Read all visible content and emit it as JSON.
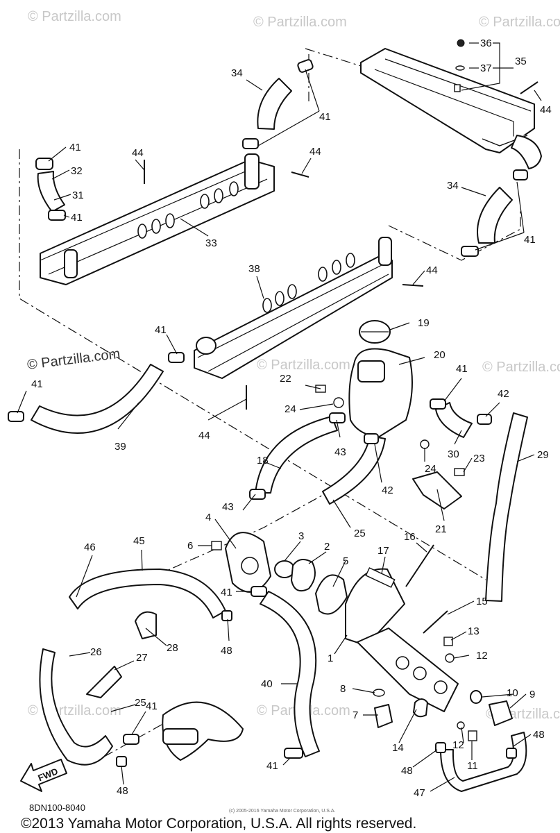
{
  "watermarks": {
    "brand": "© Partzilla.com"
  },
  "callouts": [
    "1",
    "2",
    "3",
    "4",
    "5",
    "6",
    "7",
    "8",
    "9",
    "10",
    "11",
    "12",
    "13",
    "14",
    "15",
    "16",
    "17",
    "18",
    "19",
    "20",
    "21",
    "22",
    "23",
    "24",
    "25",
    "26",
    "27",
    "28",
    "29",
    "30",
    "31",
    "32",
    "33",
    "34",
    "35",
    "36",
    "37",
    "38",
    "39",
    "40",
    "41",
    "42",
    "43",
    "44",
    "45",
    "46",
    "47",
    "48"
  ],
  "fwd_label": "FWD",
  "diagram_code": "8DN100-8040",
  "fine_print": "(c) 2005-2016 Yamaha Motor Corporation, U.S.A.",
  "copyright": "©2013 Yamaha Motor Corporation, U.S.A. All rights reserved."
}
